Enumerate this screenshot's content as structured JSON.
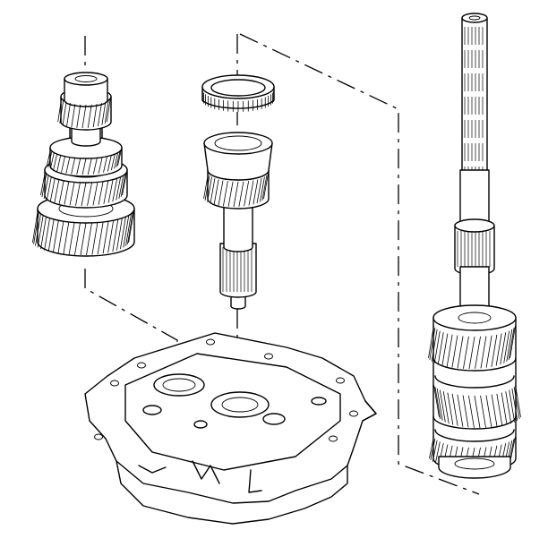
{
  "diagram": {
    "kind": "exploded-view line drawing",
    "colors": {
      "line": "#000000",
      "background": "#ffffff"
    },
    "parts": [
      {
        "id": "countershaft-cluster-gear",
        "icon": "gear-cluster-icon"
      },
      {
        "id": "input-shaft-gear",
        "icon": "gear-icon"
      },
      {
        "id": "synchronizer-ring",
        "icon": "ring-icon"
      },
      {
        "id": "mainshaft-assembly",
        "icon": "shaft-icon"
      },
      {
        "id": "transmission-housing-plate",
        "icon": "housing-icon"
      }
    ]
  }
}
